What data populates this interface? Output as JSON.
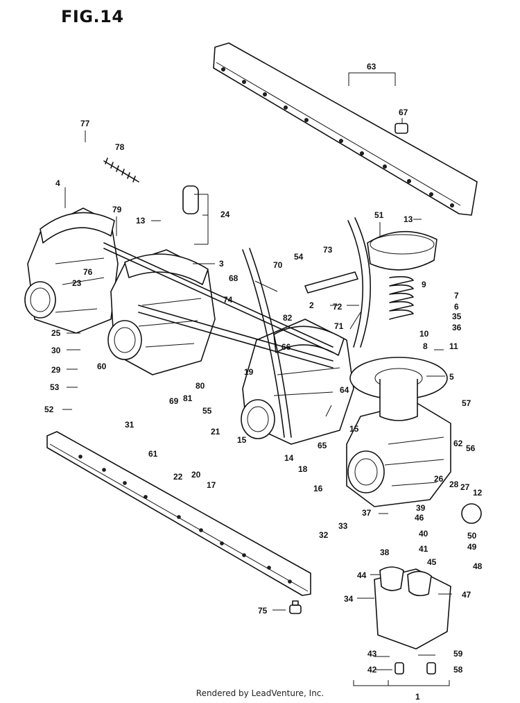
{
  "figure": {
    "title": "FIG.14"
  },
  "footer": {
    "text": "Rendered by LeadVenture, Inc."
  },
  "labels": {
    "l1": "1",
    "l2": "2",
    "l3": "3",
    "l4": "4",
    "l5": "5",
    "l6": "6",
    "l7": "7",
    "l8": "8",
    "l9": "9",
    "l10": "10",
    "l11": "11",
    "l12": "12",
    "l13a": "13",
    "l13b": "13",
    "l14": "14",
    "l15a": "15",
    "l15b": "15",
    "l16": "16",
    "l17": "17",
    "l18": "18",
    "l19": "19",
    "l20": "20",
    "l21": "21",
    "l22": "22",
    "l23": "23",
    "l24": "24",
    "l25": "25",
    "l26": "26",
    "l27": "27",
    "l28": "28",
    "l29": "29",
    "l30": "30",
    "l31": "31",
    "l32": "32",
    "l33": "33",
    "l34": "34",
    "l35": "35",
    "l36": "36",
    "l37": "37",
    "l38": "38",
    "l39": "39",
    "l40": "40",
    "l41": "41",
    "l42": "42",
    "l43": "43",
    "l44": "44",
    "l45": "45",
    "l46": "46",
    "l47": "47",
    "l48": "48",
    "l49": "49",
    "l50": "50",
    "l51": "51",
    "l52": "52",
    "l53": "53",
    "l54": "54",
    "l55": "55",
    "l56": "56",
    "l57": "57",
    "l58": "58",
    "l59": "59",
    "l60": "60",
    "l61": "61",
    "l62": "62",
    "l63": "63",
    "l64": "64",
    "l65": "65",
    "l66": "66",
    "l67": "67",
    "l68": "68",
    "l69": "69",
    "l70": "70",
    "l71": "71",
    "l72": "72",
    "l73": "73",
    "l74": "74",
    "l75": "75",
    "l76": "76",
    "l77": "77",
    "l78": "78",
    "l79": "79",
    "l80": "80",
    "l81": "81",
    "l82": "82"
  }
}
